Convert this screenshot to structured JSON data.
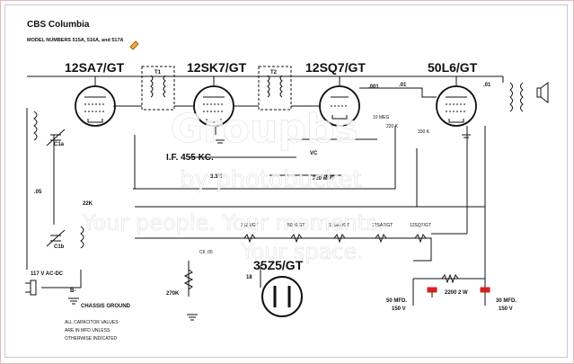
{
  "header": {
    "brand": "CBS Columbia",
    "models": "MODEL NUMBERS 515A, 516A, and 517A"
  },
  "tubes": {
    "t1": "12SA7/GT",
    "t2": "12SK7/GT",
    "t3": "12SQ7/GT",
    "t4": "50L6/GT",
    "rect": "35Z5/GT"
  },
  "transformers": {
    "if1": "T1",
    "if2": "T2"
  },
  "labels": {
    "if_freq": "I.F.  455 KC.",
    "r_3_3m": "3.3M",
    "r_22k": "22K",
    "c_05": ".05",
    "c_001a": ".001",
    "c_01a": ".01",
    "c_01b": ".01",
    "r_10meg": "10 MEG",
    "r_220k": "220 K",
    "r_330k": "330 K",
    "vc": "VC",
    "c_220mmf": "220 MMF",
    "c1a": "C1a",
    "c1b": "C1b",
    "c6": "C6 .05",
    "r_18": "18",
    "r_270k": "270K",
    "r_2200": "2200\n2 W",
    "power": "117 V AC-DC",
    "b_minus": "B-",
    "chassis": "CHASSIS GROUND",
    "note1": "ALL CAPACITOR VALUES",
    "note2": "ARE IN MFD UNLESS",
    "note3": "OTHERWISE INDICATED",
    "cap_50": "50 MFD.",
    "cap_50v": "150 V",
    "cap_30": "30 MFD.",
    "cap_30v": "150 V"
  },
  "heater_string": [
    "35Z5/GT",
    "50L6/GT",
    "12SK7/GT",
    "12SA7/GT",
    "12SQ7/GT"
  ],
  "watermark": {
    "logo": "Groupbs",
    "by": "by photobucket",
    "line1": "Your people. Your moments.",
    "line2": "Your space."
  },
  "colors": {
    "ink": "#111111",
    "cap_red": "#d42020",
    "frame": "#e6b9b9"
  }
}
